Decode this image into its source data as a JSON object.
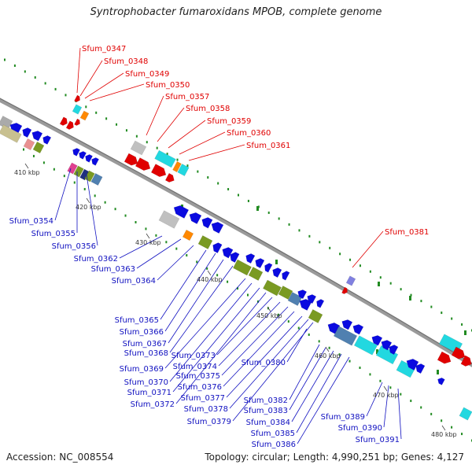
{
  "header": {
    "title": "Syntrophobacter fumaroxidans MPOB, complete genome"
  },
  "footer": {
    "accession": "Accession: NC_008554",
    "summary": "Topology: circular; Length: 4,990,251 bp; Genes: 4,127"
  },
  "map": {
    "backbone_color": "#9a9a9a",
    "kbp_ticks": [
      "410 kbp",
      "420 kbp",
      "430 kbp",
      "440 kbp",
      "450 kbp",
      "460 kbp",
      "470 kbp",
      "480 kbp"
    ],
    "upper_labels": [
      "Sfum_0347",
      "Sfum_0348",
      "Sfum_0349",
      "Sfum_0350",
      "Sfum_0357",
      "Sfum_0358",
      "Sfum_0359",
      "Sfum_0360",
      "Sfum_0361",
      "Sfum_0381"
    ],
    "lower_labels": [
      "Sfum_0354",
      "Sfum_0355",
      "Sfum_0356",
      "Sfum_0362",
      "Sfum_0363",
      "Sfum_0364",
      "Sfum_0365",
      "Sfum_0366",
      "Sfum_0367",
      "Sfum_0368",
      "Sfum_0369",
      "Sfum_0370",
      "Sfum_0371",
      "Sfum_0372",
      "Sfum_0373",
      "Sfum_0374",
      "Sfum_0375",
      "Sfum_0376",
      "Sfum_0377",
      "Sfum_0378",
      "Sfum_0379",
      "Sfum_0380",
      "Sfum_0382",
      "Sfum_0383",
      "Sfum_0384",
      "Sfum_0385",
      "Sfum_0386",
      "Sfum_0389",
      "Sfum_0390",
      "Sfum_0391"
    ],
    "colors": {
      "forward": "#e00000",
      "reverse": "#0a0ae0",
      "upper_label": "#e00000",
      "lower_label": "#1010c0",
      "cyan": "#22d8e0",
      "olive": "#7a9a22",
      "khaki": "#c8c090",
      "grey": "#c0c0c0",
      "steel": "#5080b0",
      "orange": "#ff8800",
      "pink": "#e04090",
      "salmon": "#e89090",
      "green_dot": "#228b22"
    }
  }
}
